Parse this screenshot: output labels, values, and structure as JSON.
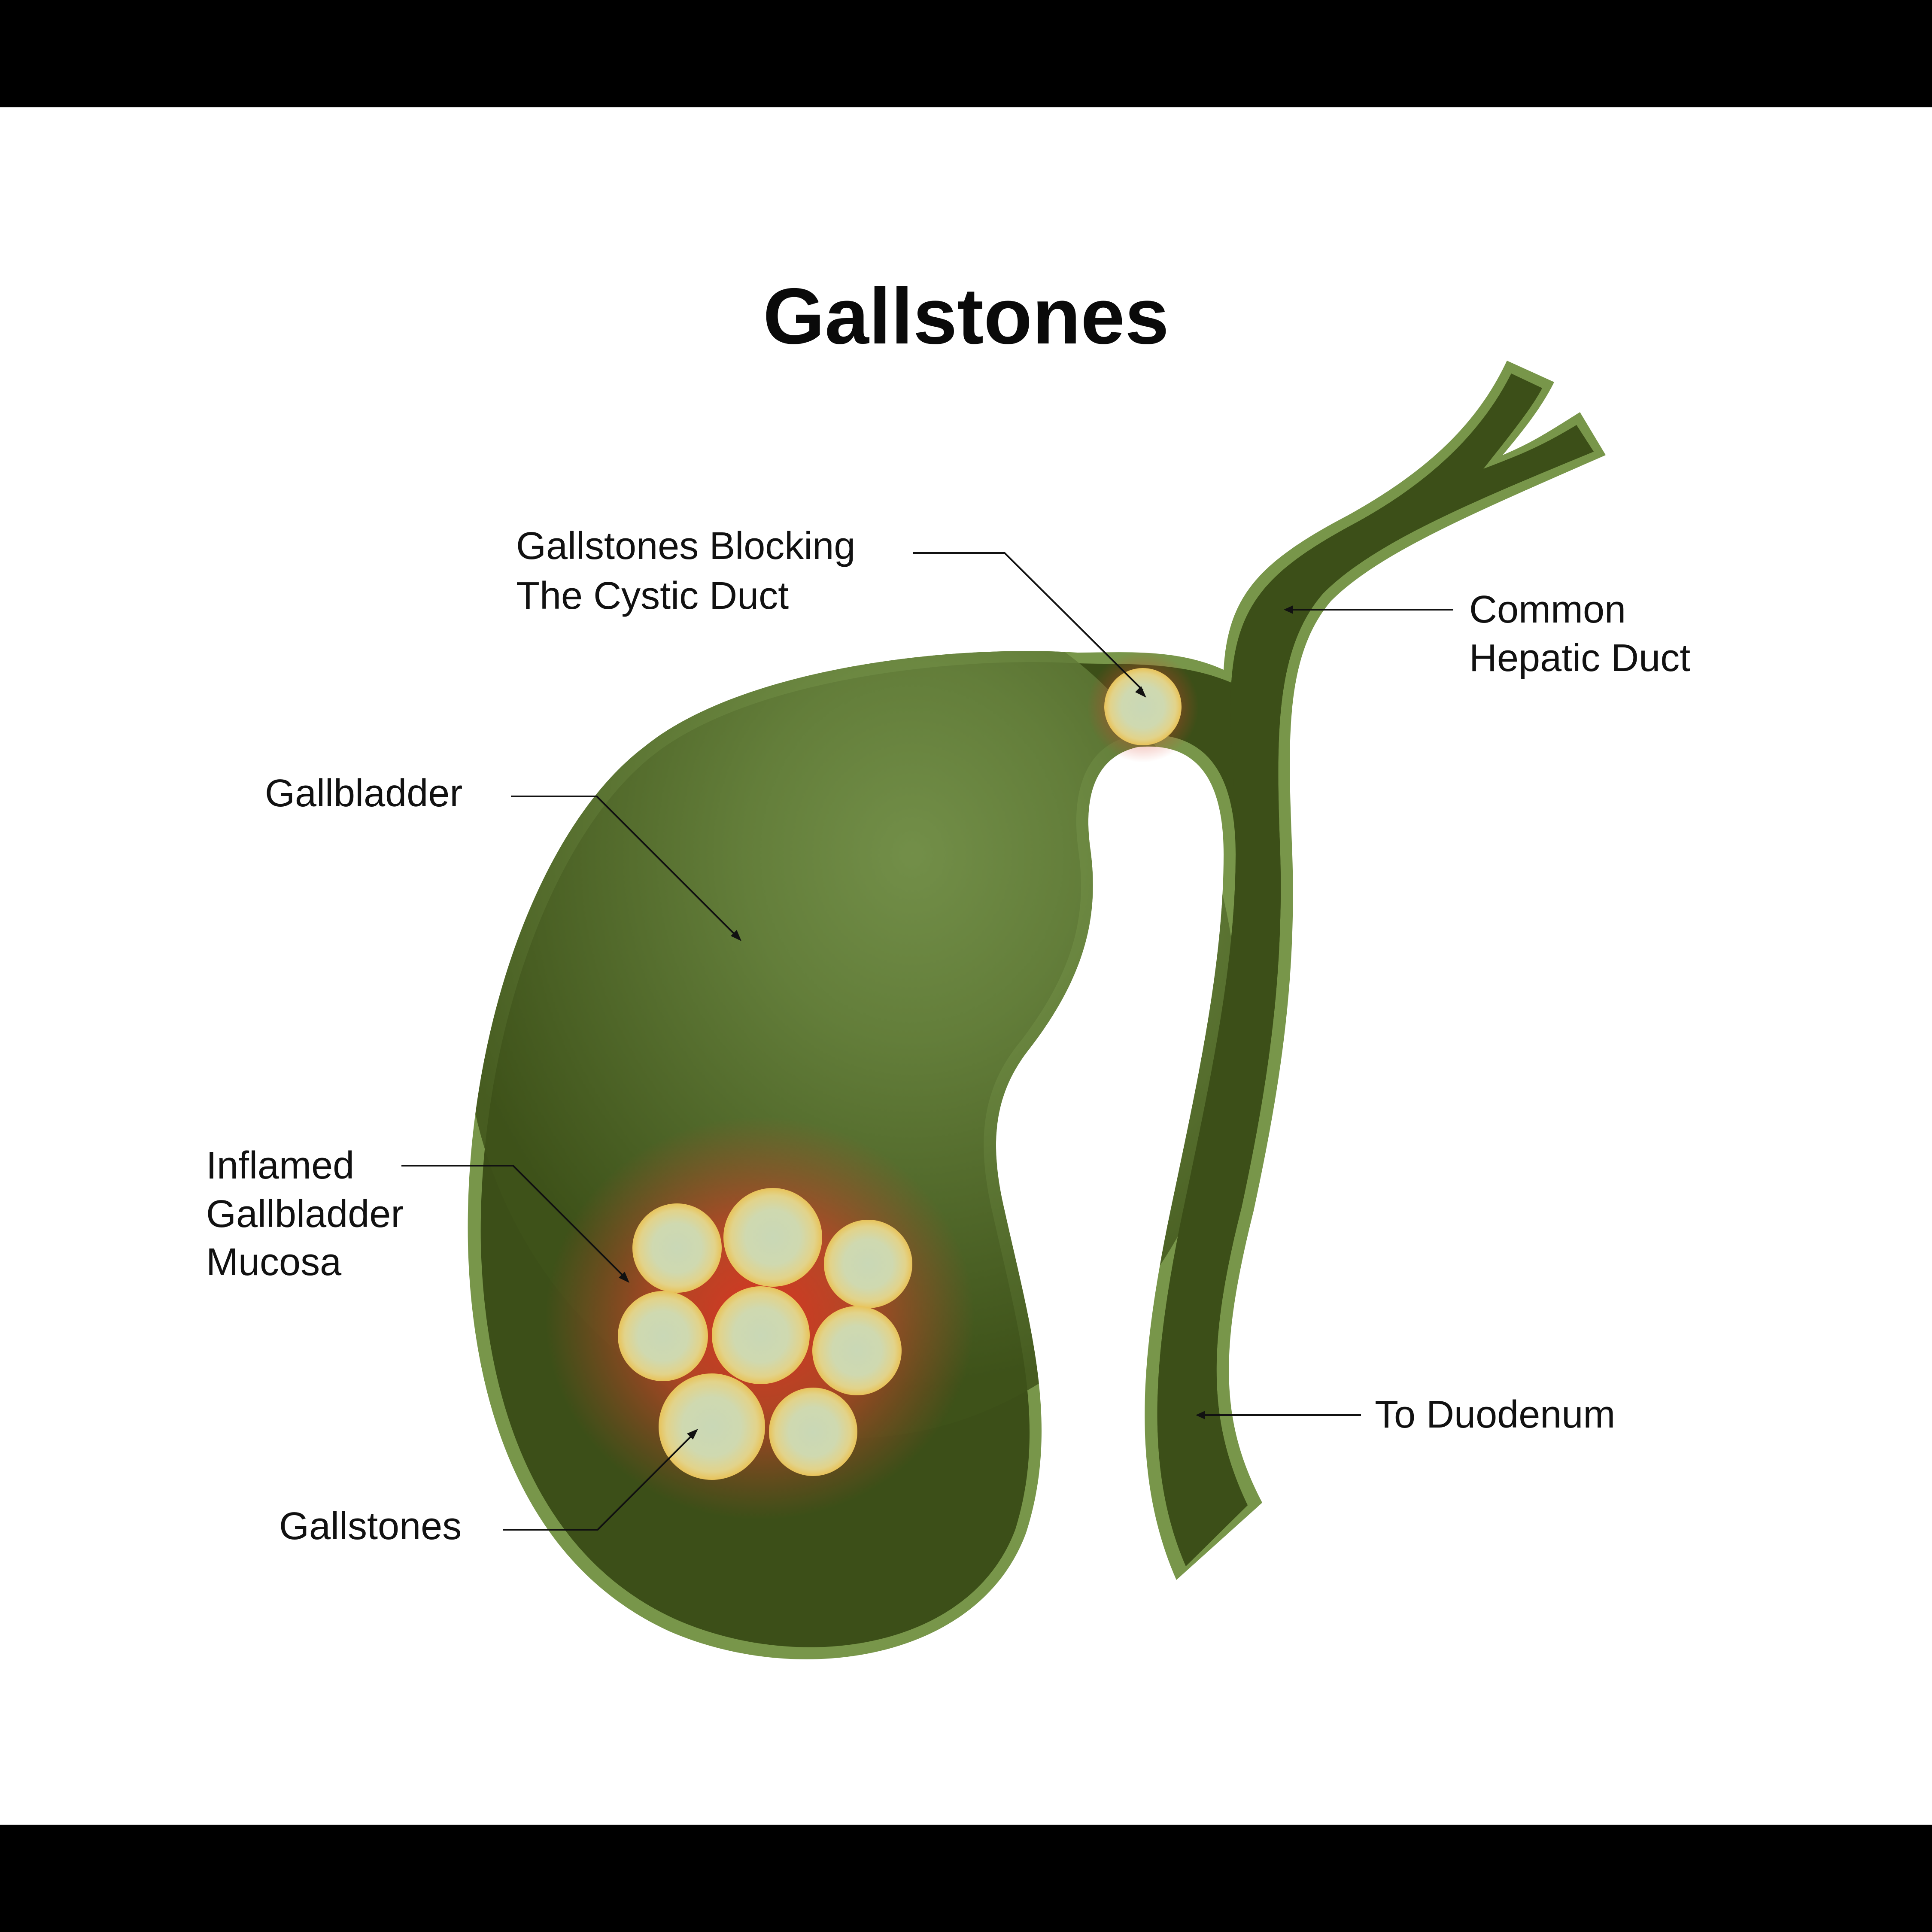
{
  "title": "Gallstones",
  "labels": {
    "blocking_line1": "Gallstones Blocking",
    "blocking_line2": "The Cystic Duct",
    "hepatic_line1": "Common",
    "hepatic_line2": "Hepatic Duct",
    "gallbladder": "Gallbladder",
    "mucosa_line1": "Inflamed",
    "mucosa_line2": "Gallbladder",
    "mucosa_line3": "Mucosa",
    "gallstones": "Gallstones",
    "duodenum": "To Duodenum"
  },
  "colors": {
    "frame": "#000000",
    "background": "#ffffff",
    "organ_outline": "#78964a",
    "organ_dark": "#3c4f18",
    "organ_light": "#7b9950",
    "inflammation": "#d83a2a",
    "stone_fill": "#c9d8b4",
    "stone_rim": "#e8c860",
    "text": "#111111"
  }
}
